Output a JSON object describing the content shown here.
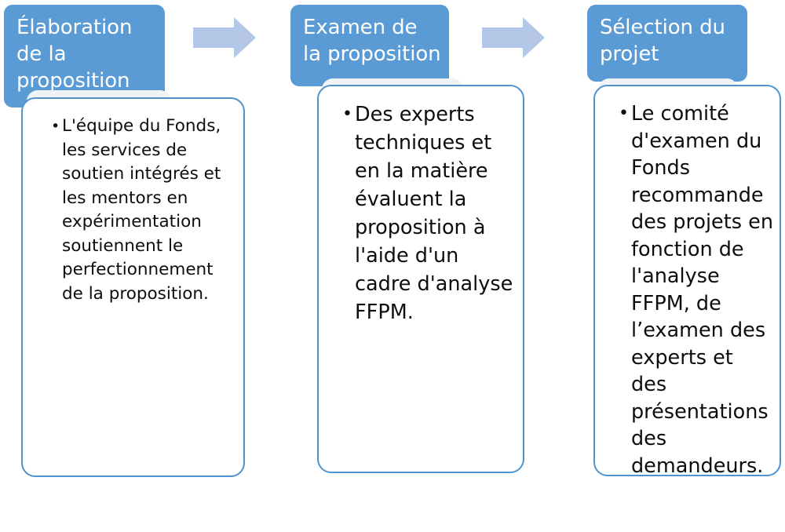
{
  "diagram": {
    "type": "process-flow",
    "orientation": "horizontal",
    "language": "fr",
    "stage_count": 3,
    "colors": {
      "header_fill": "#5B9BD5",
      "header_text": "#FFFFFF",
      "card_border": "#4E93CE",
      "card_fill": "#FFFFFF",
      "card_shadow": "#EFF2F7",
      "arrow_fill": "#B4C7E7",
      "body_text": "#0D0D0D",
      "background": "#FFFFFF"
    },
    "bullet_glyph": "•",
    "stages": [
      {
        "id": "elaboration",
        "title": "Élaboration de la proposition",
        "body": "L'équipe du Fonds, les services de soutien intégrés et les mentors en expérimentation soutiennent le perfectionnement de la proposition."
      },
      {
        "id": "examen",
        "title": "Examen de la proposition",
        "body": "Des experts techniques et en la matière évaluent la proposition à l'aide d'un cadre d'analyse FFPM."
      },
      {
        "id": "selection",
        "title": "Sélection du projet",
        "body": "Le comité d'examen du Fonds recommande des projets en fonction de l'analyse FFPM, de l’examen des experts et des présentations des demandeurs."
      }
    ],
    "connectors": [
      {
        "id": "arrow-1",
        "from": "elaboration",
        "to": "examen",
        "shape": "right-arrow"
      },
      {
        "id": "arrow-2",
        "from": "examen",
        "to": "selection",
        "shape": "right-arrow"
      }
    ]
  }
}
